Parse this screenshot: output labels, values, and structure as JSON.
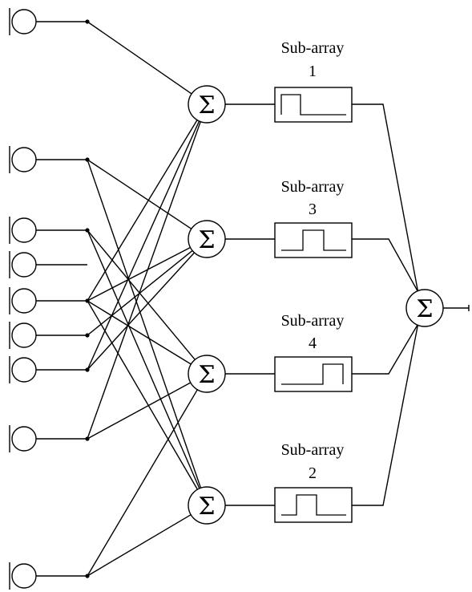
{
  "diagram": {
    "summer_symbol": "Σ",
    "elements": [
      {
        "id": "e1"
      },
      {
        "id": "e2"
      },
      {
        "id": "e3"
      },
      {
        "id": "e4"
      },
      {
        "id": "e5"
      },
      {
        "id": "e6"
      },
      {
        "id": "e7"
      },
      {
        "id": "e8"
      },
      {
        "id": "e9"
      }
    ],
    "subarrays": [
      {
        "title": "Sub-array",
        "number": "1",
        "pulse": "left"
      },
      {
        "title": "Sub-array",
        "number": "3",
        "pulse": "center"
      },
      {
        "title": "Sub-array",
        "number": "4",
        "pulse": "right"
      },
      {
        "title": "Sub-array",
        "number": "2",
        "pulse": "center-left"
      }
    ],
    "connections": {
      "e1": [
        1
      ],
      "e2": [
        2,
        3
      ],
      "e3": [
        2,
        4
      ],
      "e4": [],
      "e5": [
        1,
        2,
        3,
        4
      ],
      "e6": [
        3
      ],
      "e7": [
        1,
        3
      ],
      "e8": [
        1,
        4
      ],
      "e9": [
        2,
        4
      ]
    }
  }
}
